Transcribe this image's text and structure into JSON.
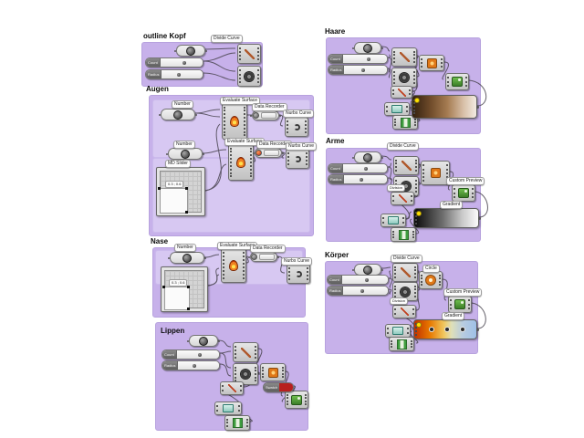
{
  "groups": [
    {
      "id": "outline-kopf",
      "label": "outline Kopf"
    },
    {
      "id": "augen",
      "label": "Augen",
      "md_value": "0.3 ; 0.6"
    },
    {
      "id": "nase",
      "label": "Nase",
      "md_value": "0.3 ; 0.6"
    },
    {
      "id": "lippen",
      "label": "Lippen",
      "swatch_label": "Swatch",
      "swatch_color": "#b81f1f"
    },
    {
      "id": "haare",
      "label": "Haare"
    },
    {
      "id": "arme",
      "label": "Arme"
    },
    {
      "id": "koerper",
      "label": "Körper"
    }
  ],
  "shared": {
    "tags": {
      "divide_curve": "Divide Curve",
      "evaluate_surface": "Evaluate Surface",
      "data_recorder": "Data Recorder",
      "nurbs_curve": "Nurbs Curve",
      "custom_preview": "Custom Preview",
      "gradient": "Gradient",
      "md_slider": "MD Slider",
      "number": "Number",
      "circle": "Circle",
      "division": "Division"
    },
    "sliders": {
      "count": "Count",
      "radius": "Radius"
    }
  },
  "gradients": {
    "haare": [
      "#33200f",
      "#6f4b2a",
      "#a67c52",
      "#d8c0a8",
      "#f2ebe2"
    ],
    "arme": [
      "#0a0a0a",
      "#6f6f6f",
      "#c9c9c9",
      "#fbfbfb"
    ],
    "koerper": [
      "#c03000",
      "#e87800",
      "#f0c860",
      "#b8cce0",
      "#9fc0e8"
    ]
  },
  "colors": {
    "canvas_bg": "#ffffff",
    "group_fill": "#c7b1ea",
    "subgroup_fill": "#d7c8f2",
    "wire": "#4a4550"
  }
}
